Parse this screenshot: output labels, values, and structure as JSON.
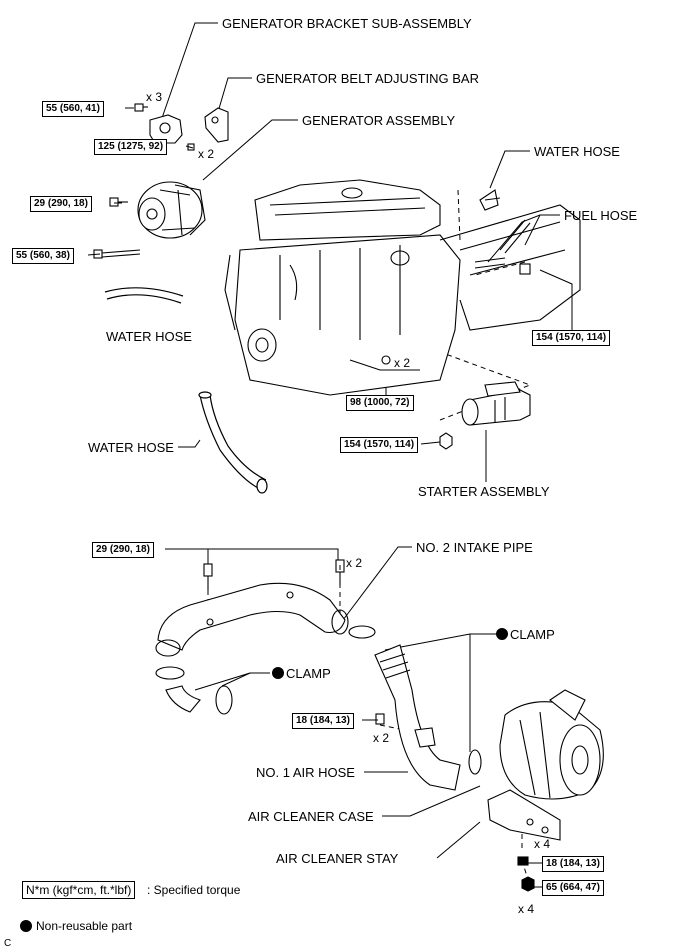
{
  "labels": {
    "generator_bracket": "GENERATOR BRACKET SUB-ASSEMBLY",
    "generator_belt_bar": "GENERATOR BELT ADJUSTING BAR",
    "generator_assembly": "GENERATOR ASSEMBLY",
    "water_hose_top_right": "WATER HOSE",
    "fuel_hose": "FUEL HOSE",
    "water_hose_left_1": "WATER HOSE",
    "water_hose_left_2": "WATER HOSE",
    "starter_assembly": "STARTER ASSEMBLY",
    "no2_intake_pipe": "NO. 2 INTAKE PIPE",
    "clamp_right": "CLAMP",
    "clamp_left": "CLAMP",
    "no1_air_hose": "NO. 1 AIR HOSE",
    "air_cleaner_case": "AIR CLEANER CASE",
    "air_cleaner_stay": "AIR CLEANER STAY"
  },
  "torques": {
    "t1": "55 (560, 41)",
    "t2": "125 (1275, 92)",
    "t3": "29 (290, 18)",
    "t4": "55 (560, 38)",
    "t5": "154 (1570, 114)",
    "t6": "98 (1000, 72)",
    "t7": "154 (1570, 114)",
    "t8": "29 (290, 18)",
    "t9": "18 (184, 13)",
    "t10": "18 (184, 13)",
    "t11": "65 (664, 47)"
  },
  "quantities": {
    "q1": "x 3",
    "q2": "x 2",
    "q3": "x 2",
    "q4": "x 2",
    "q5": "x 2",
    "q6": "x 4",
    "q7": "x 4"
  },
  "legend": {
    "torque_box": "N*m (kgf*cm, ft.*lbf)",
    "torque_text": ": Specified torque",
    "nonreusable": "Non-reusable part"
  },
  "corner_letter": "C"
}
